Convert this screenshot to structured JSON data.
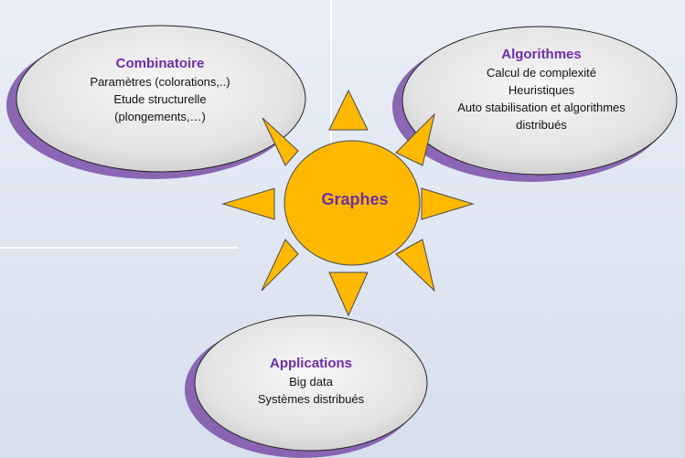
{
  "center": {
    "label": "Graphes"
  },
  "nodes": {
    "combinatoire": {
      "title": "Combinatoire",
      "lines": [
        "Paramètres (colorations,..)",
        "Etude structurelle",
        "(plongements,…)"
      ]
    },
    "algorithmes": {
      "title": "Algorithmes",
      "lines": [
        "Calcul de complexité",
        "Heuristiques",
        "Auto stabilisation et algorithmes",
        "distribués"
      ]
    },
    "applications": {
      "title": "Applications",
      "lines": [
        "Big data",
        "Systèmes distribués"
      ]
    }
  },
  "colors": {
    "sun_fill": "#ffb800",
    "sun_stroke": "#4a4a4a",
    "title_purple": "#7030a0",
    "oval_fill": "#eeeeee",
    "oval_shadow": "#7a4fa8"
  }
}
